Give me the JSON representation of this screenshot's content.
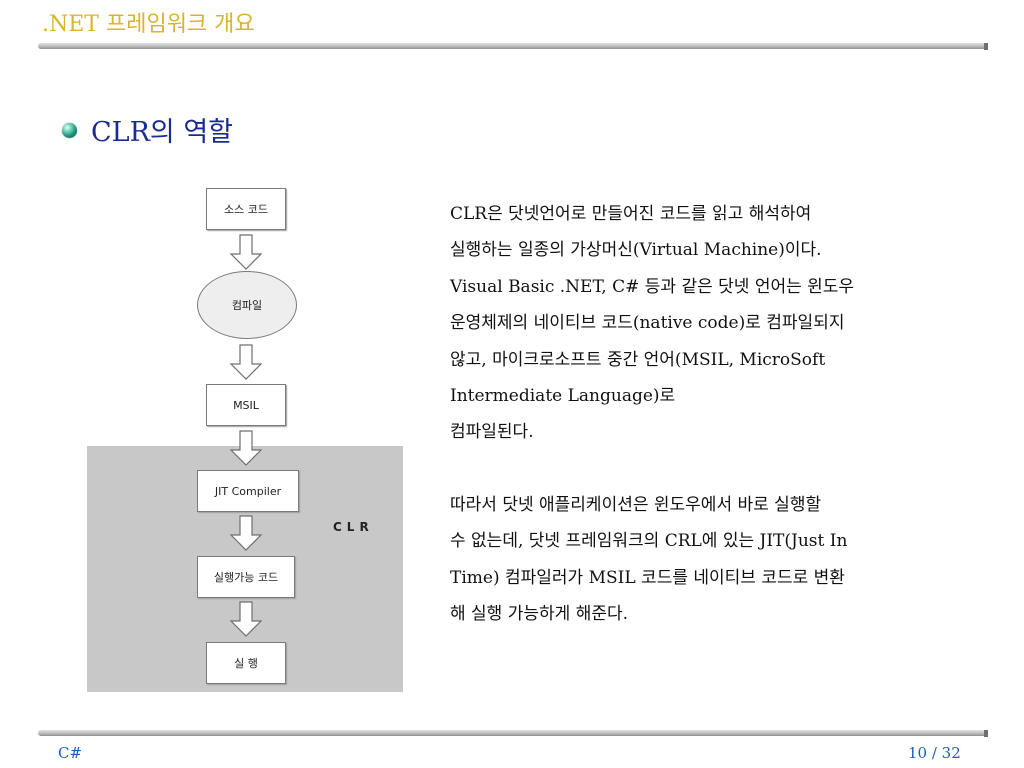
{
  "header": {
    "title": ".NET 프레임워크 개요"
  },
  "section": {
    "heading": "CLR의 역할"
  },
  "diagram": {
    "source_code": "소스 코드",
    "compile": "컴파일",
    "msil": "MSIL",
    "jit_compiler": "JIT Compiler",
    "executable_code": "실행가능 코드",
    "execute": "실 행",
    "clr_label": "CLR"
  },
  "body": {
    "paragraph1": [
      "CLR은 닷넷언어로 만들어진 코드를 읽고 해석하여",
      "실행하는 일종의 가상머신(Virtual Machine)이다.",
      "Visual Basic .NET, C# 등과 같은 닷넷 언어는 윈도우",
      "운영체제의 네이티브 코드(native code)로 컴파일되지",
      "않고, 마이크로소프트 중간 언어(MSIL, MicroSoft",
      "Intermediate Language)로",
      "컴파일된다."
    ],
    "paragraph2": [
      "따라서 닷넷 애플리케이션은 윈도우에서 바로 실행할",
      "수 없는데, 닷넷 프레임워크의 CRL에 있는 JIT(Just In",
      "Time) 컴파일러가 MSIL 코드를 네이티브 코드로 변환",
      "해 실행 가능하게 해준다."
    ]
  },
  "footer": {
    "left": "C#",
    "page": "10 / 32"
  },
  "colors": {
    "title": "#d9b430",
    "heading": "#1a2c8f",
    "footer": "#1d5fb8",
    "clr_area": "#c8c8c8"
  }
}
